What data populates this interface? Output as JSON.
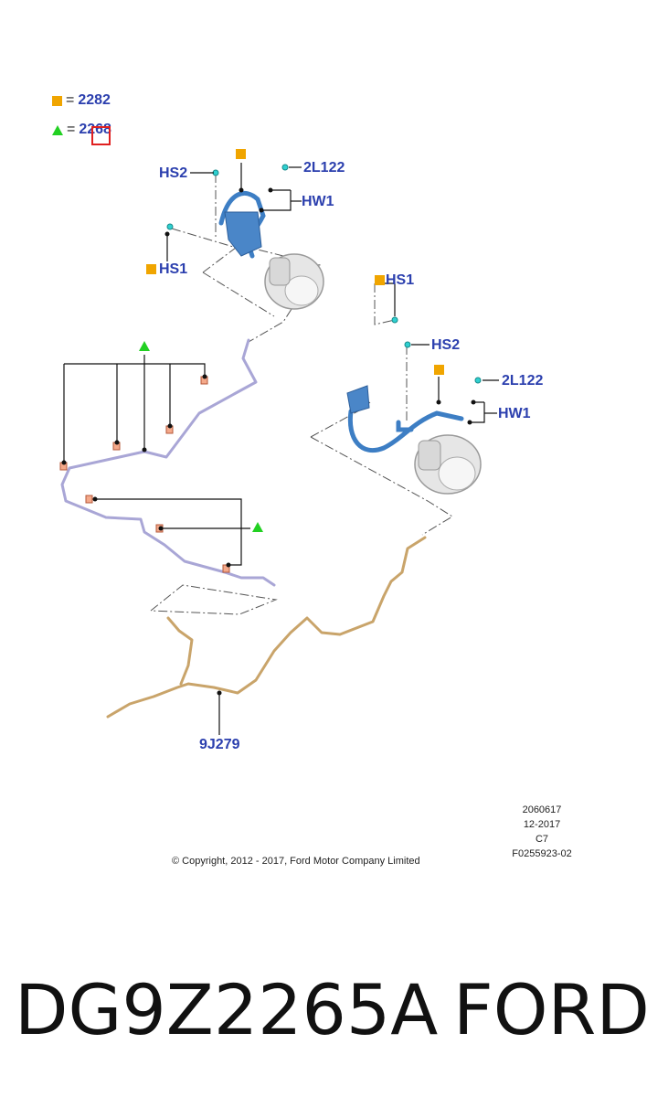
{
  "legend": {
    "square_value": "2282",
    "triangle_value": "2268",
    "equals": "="
  },
  "labels": {
    "hs2_left": "HS2",
    "l122_left": "2L122",
    "hw1_left": "HW1",
    "hs1_left": "HS1",
    "hs1_right": "HS1",
    "hs2_right": "HS2",
    "l122_right": "2L122",
    "hw1_right": "HW1",
    "part_9j279": "9J279"
  },
  "meta": {
    "line1": "2060617",
    "line2": "12-2017",
    "line3": "C7",
    "line4": "F0255923-02"
  },
  "copyright": "© Copyright, 2012 - 2017, Ford Motor Company Limited",
  "footer": {
    "part_number": "DG9Z2265A",
    "brand": "FORD"
  },
  "colors": {
    "label_blue": "#2b3fae",
    "square_orange": "#f0a500",
    "triangle_green": "#22d022",
    "hose_blue": "#4a86c8",
    "line_lavender": "#a9a6d6",
    "line_tan": "#c9a46a",
    "highlight_red": "#e02020"
  },
  "icons": {
    "square": "orange-square-icon",
    "triangle": "green-triangle-icon"
  }
}
